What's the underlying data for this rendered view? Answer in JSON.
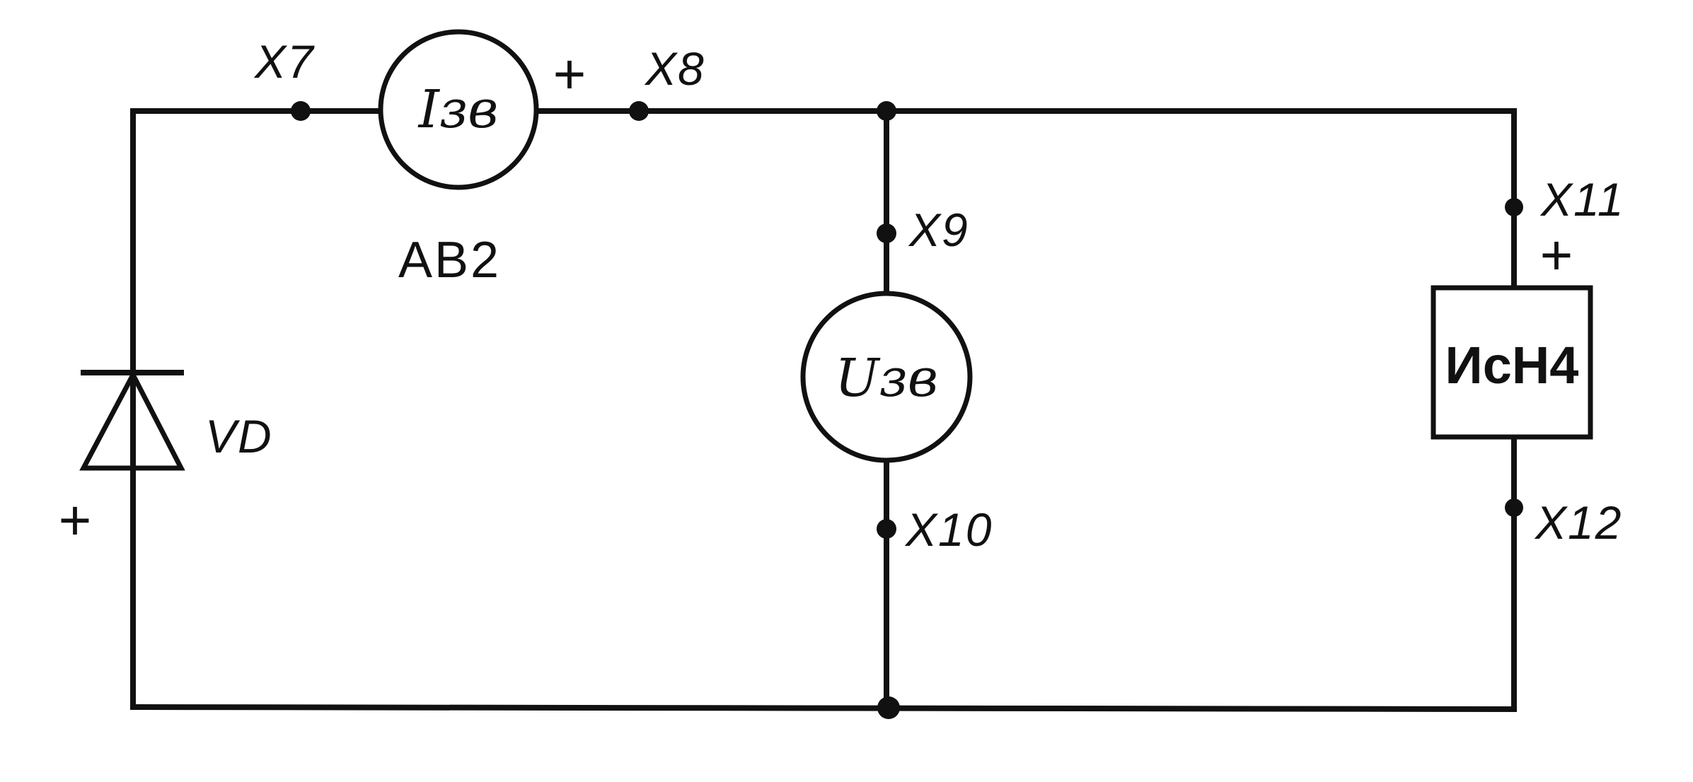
{
  "colors": {
    "ink": "#111111",
    "background": "#ffffff"
  },
  "terminals": {
    "x7": "X7",
    "x8": "X8",
    "x9": "X9",
    "x10": "X10",
    "x11": "X11",
    "x12": "X12"
  },
  "components": {
    "ammeter": {
      "symbol": "Iзв",
      "designator": "АВ2",
      "polarity": "+"
    },
    "voltmeter": {
      "symbol": "Uзв"
    },
    "diode": {
      "designator": "VD",
      "polarity": "+"
    },
    "source": {
      "label": "ИсН4",
      "polarity": "+"
    }
  }
}
